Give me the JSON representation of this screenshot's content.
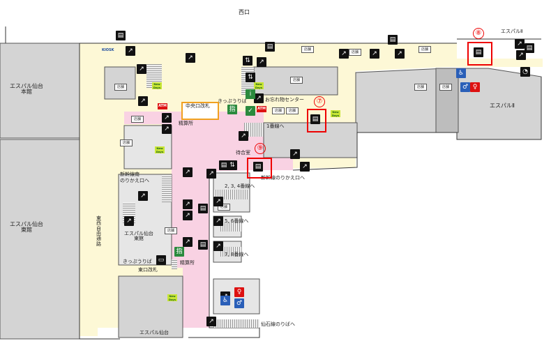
{
  "labels": {
    "west_exit": "西口",
    "espal_honkan": "エスパル仙台\n本館",
    "espal_higashikan": "エスパル仙台\n東館",
    "espal_ii_top": "エスパルⅡ",
    "espal_ii": "エスパルⅡ",
    "central_gate": "中央口改札",
    "kippu_top": "きっぷうりば",
    "lost_found": "お忘れ物センター",
    "seisan_top": "精算所",
    "track1": "1番線へ",
    "waiting_room": "待合室",
    "shinkansen_transfer": "新幹線のりかえ口へ",
    "shinkansen_south": "新幹線南\nのりかえ口へ",
    "track234": "2, 3, 4番線へ",
    "track56": "5, 6番線へ",
    "track78": "7, 8番線へ",
    "free_passage": "東西自由通路",
    "espal_east_small": "エスパル仙台\n東館",
    "kippu_bottom": "きっぷうりば",
    "seisan_bottom": "精算所",
    "east_gate": "東口改札",
    "espal_sendai_bottom": "エスパル仙台",
    "senseki": "仙石線のりばへ",
    "kiosk": "KIOSK",
    "shop": "店舗",
    "atm": "ATM",
    "newdays": "New Days",
    "shitei": "指"
  },
  "markers": [
    {
      "id": "7",
      "label": "⑦"
    },
    {
      "id": "8",
      "label": "⑧"
    },
    {
      "id": "9",
      "label": "⑨"
    }
  ],
  "colors": {
    "concourse_yellow": "#fdf8d6",
    "paid_area_pink": "#f9d2e3",
    "building_gray": "#d4d4d4",
    "inner_gray": "#e6e6e6",
    "outline": "#333333",
    "highlight_red": "#e00000",
    "gate_orange": "#f0a020"
  },
  "icons": [
    "locker-icon",
    "escalator-icon",
    "elevator-icon",
    "toilet-icon",
    "wheelchair-icon",
    "atm-icon",
    "ticket-icon",
    "information-icon",
    "newdays-icon",
    "baby-icon"
  ]
}
